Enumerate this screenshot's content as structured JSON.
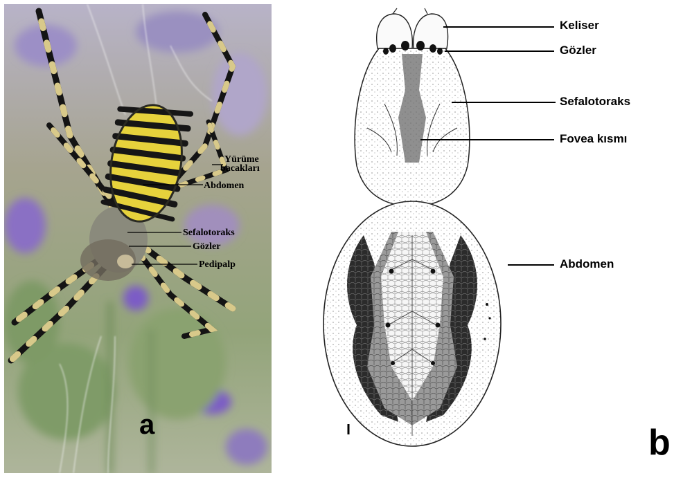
{
  "panel_a": {
    "letter": "a",
    "labels": {
      "walking_legs_line1": "Yürüme",
      "walking_legs_line2": "bacakları",
      "abdomen": "Abdomen",
      "cephalothorax": "Sefalotoraks",
      "eyes": "Gözler",
      "pedipalp": "Pedipalp"
    }
  },
  "panel_b": {
    "letter": "b",
    "labels": {
      "chelicerae": "Keliser",
      "eyes": "Gözler",
      "cephalothorax": "Sefalotoraks",
      "fovea": "Fovea kısmı",
      "abdomen": "Abdomen"
    }
  },
  "colors": {
    "abdomen_yellow": "#e6d23c",
    "band_black": "#161616",
    "background_green": "#8da173",
    "lavender": "#8a6fc4"
  }
}
